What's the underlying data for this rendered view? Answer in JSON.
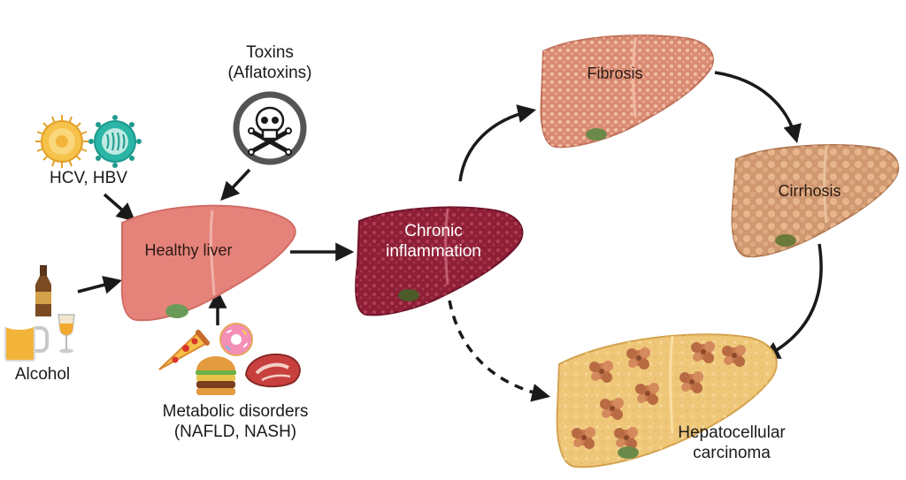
{
  "colors": {
    "arrow": "#1a1a1a",
    "healthy_liver": "#e5837b",
    "inflamed_liver": "#8e1f36",
    "fibrosis_liver": "#d98a72",
    "cirrhosis_liver": "#cf9870",
    "hcc_liver": "#efc779",
    "tumor": "#c8784e",
    "toxin_ring": "#555555",
    "hcv_virus": "#f2b53a",
    "hbv_virus": "#2ab5a6"
  },
  "labels": {
    "toxins_line1": "Toxins",
    "toxins_line2": "(Aflatoxins)",
    "viruses": "HCV, HBV",
    "alcohol": "Alcohol",
    "healthy_liver": "Healthy liver",
    "metabolic_line1": "Metabolic disorders",
    "metabolic_line2": "(NAFLD, NASH)",
    "chronic_line1": "Chronic",
    "chronic_line2": "inflammation",
    "fibrosis": "Fibrosis",
    "cirrhosis": "Cirrhosis",
    "hcc_line1": "Hepatocellular",
    "hcc_line2": "carcinoma"
  },
  "icons": [
    "hcv-virus-icon",
    "hbv-virus-icon",
    "skull-crossbones-icon",
    "beer-bottle-icon",
    "beer-mug-icon",
    "wine-glass-icon",
    "pizza-slice-icon",
    "donut-icon",
    "burger-icon",
    "steak-icon"
  ]
}
